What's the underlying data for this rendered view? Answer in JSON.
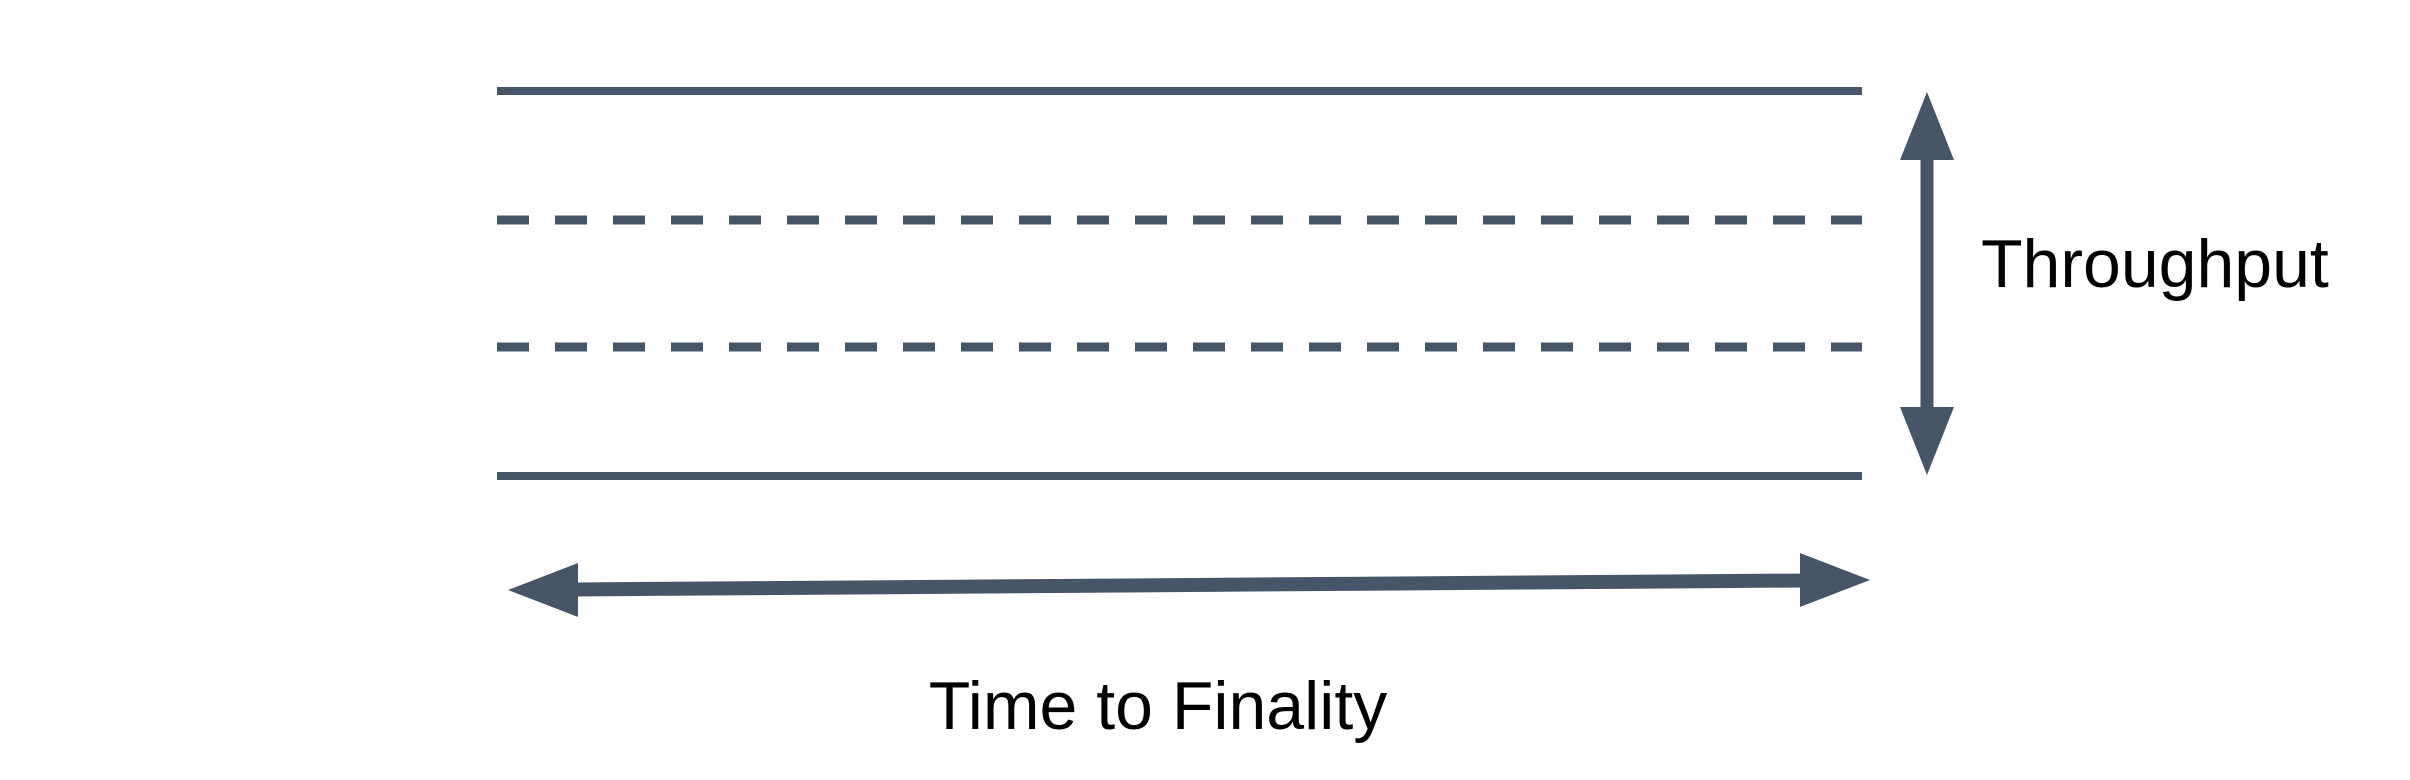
{
  "diagram": {
    "background": "#ffffff",
    "colors": {
      "line": "#475569",
      "text": "#000000"
    },
    "labels": {
      "throughput": "Throughput",
      "time_to_finality": "Time to Finality"
    },
    "band": {
      "boundary_lines": [
        {
          "position": "top",
          "style": "solid"
        },
        {
          "position": "upper-middle",
          "style": "dashed"
        },
        {
          "position": "lower-middle",
          "style": "dashed"
        },
        {
          "position": "bottom",
          "style": "solid"
        }
      ]
    },
    "arrows": [
      {
        "name": "throughput-range",
        "orientation": "vertical",
        "double_headed": true,
        "label": "Throughput"
      },
      {
        "name": "time-to-finality-range",
        "orientation": "horizontal",
        "double_headed": true,
        "label": "Time to Finality"
      }
    ]
  }
}
